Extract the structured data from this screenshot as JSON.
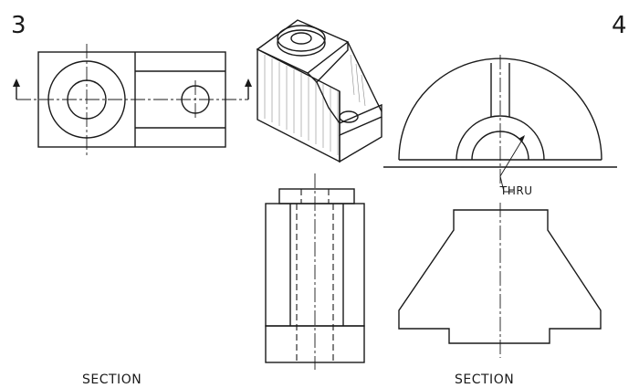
{
  "problem_numbers": {
    "left": "3",
    "right": "4"
  },
  "labels": {
    "section_left": "SECTION",
    "section_right": "SECTION",
    "thru_note": "THRU"
  }
}
